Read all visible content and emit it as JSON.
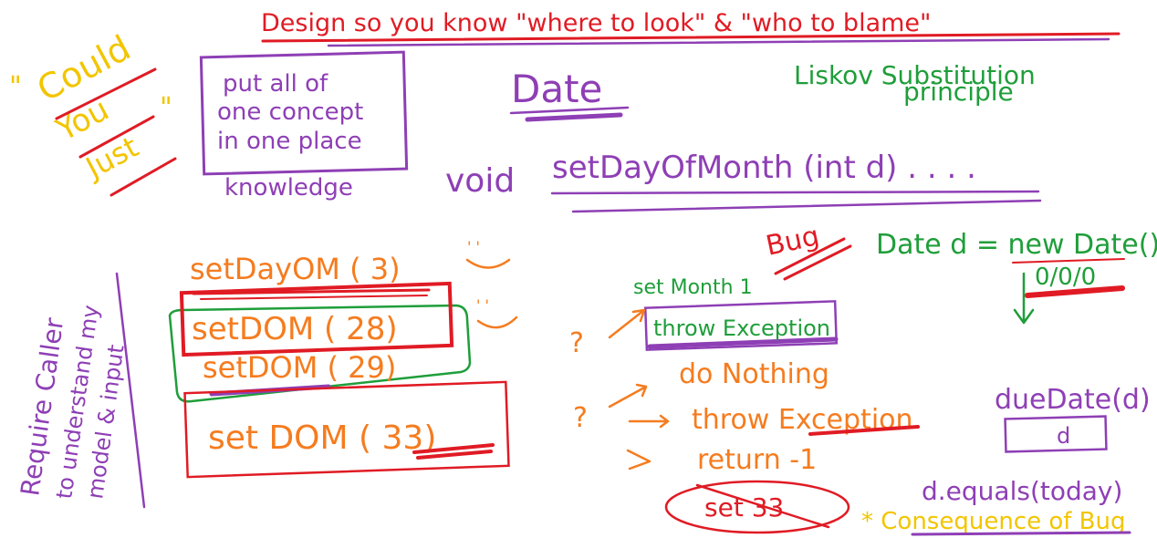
{
  "colors": {
    "red": "#e01b24",
    "purple": "#8e3fb5",
    "green": "#1f9e3a",
    "orange": "#f57c1f",
    "yellow": "#f2c500"
  },
  "board": {
    "title": "Design so you know \"where to look\" & \"who to blame\"",
    "could_you_just": {
      "open_quote": "\"",
      "line1": "Could",
      "line2": "You",
      "line3": "Just",
      "close_quote": "\""
    },
    "concept_box": {
      "line1": "put all of",
      "line2": "one concept",
      "line3": "in one place"
    },
    "knowledge": "knowledge",
    "date_heading": "Date",
    "liskov": {
      "line1": "Liskov Substitution",
      "line2": "principle"
    },
    "signature": {
      "void": "void",
      "rest": "setDayOfMonth (int d) . . . ."
    },
    "calls": [
      {
        "text": "setDayOM ( 3)"
      },
      {
        "text": "setDOM ( 28)"
      },
      {
        "text": "setDOM ( 29)"
      },
      {
        "text": "set DOM ( 33)"
      }
    ],
    "smiley1": "◡",
    "smiley2": "◡",
    "require_caller": {
      "line1": "Require Caller",
      "line2": "to understand my",
      "line3": "model & input"
    },
    "question_marks": [
      "?",
      "?"
    ],
    "set_month": "set Month 1",
    "bug": "Bug",
    "date_new": "Date d = new Date();",
    "zero_date": "0/0/0",
    "throw_exception_box": "throw Exception",
    "options": {
      "do_nothing": "do Nothing",
      "throw": "throw Exception",
      "return": "return -1"
    },
    "set33_struck": "set 33",
    "due_date": "dueDate(d)",
    "d_box": "d",
    "d_equals": "d.equals(today)",
    "consequence": "* Consequence of Bug"
  }
}
